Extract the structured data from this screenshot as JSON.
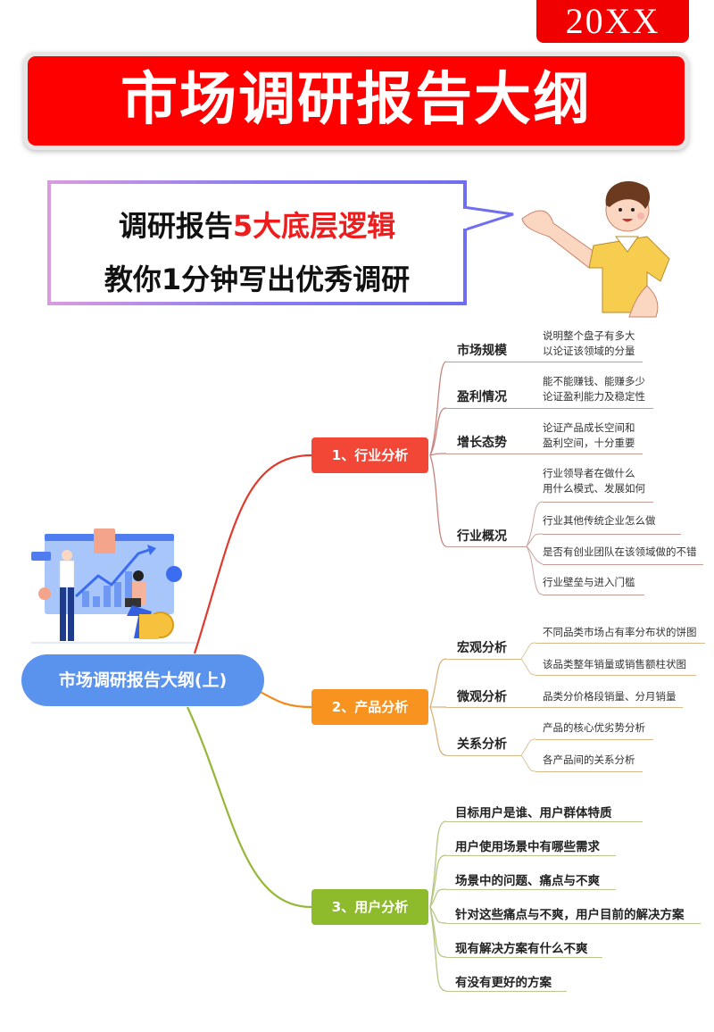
{
  "year_badge": "20XX",
  "title": "市场调研报告大纲",
  "speech": {
    "line1_prefix": "调研报告",
    "line1_highlight": "5大底层逻辑",
    "line2": "教你1分钟写出优秀调研"
  },
  "colors": {
    "title_red": "#ff0000",
    "root_blue": "#5a93ee",
    "branch1": "#f24736",
    "branch2": "#f7931e",
    "branch3": "#8dbb2b",
    "highlight_red": "#ee1c1c"
  },
  "mindmap": {
    "root": "市场调研报告大纲(上)",
    "branches": [
      {
        "label": "1、行业分析",
        "children": [
          {
            "label": "市场规模",
            "leaves": [
              "说明整个盘子有多大",
              "以论证该领域的分量"
            ]
          },
          {
            "label": "盈利情况",
            "leaves": [
              "能不能赚钱、能赚多少",
              "论证盈利能力及稳定性"
            ]
          },
          {
            "label": "增长态势",
            "leaves": [
              "论证产品成长空间和",
              "盈利空间，十分重要"
            ]
          },
          {
            "label": "行业概况",
            "leaves": [
              "行业领导者在做什么",
              "用什么模式、发展如何",
              "行业其他传统企业怎么做",
              "是否有创业团队在该领域做的不错",
              "行业壁垒与进入门槛"
            ]
          }
        ]
      },
      {
        "label": "2、产品分析",
        "children": [
          {
            "label": "宏观分析",
            "leaves": [
              "不同品类市场占有率分布状的饼图",
              "该品类整年销量或销售额柱状图"
            ]
          },
          {
            "label": "微观分析",
            "leaves": [
              "品类分价格段销量、分月销量"
            ]
          },
          {
            "label": "关系分析",
            "leaves": [
              "产品的核心优劣势分析",
              "各产品间的关系分析"
            ]
          }
        ]
      },
      {
        "label": "3、用户分析",
        "children": [
          {
            "label": "目标用户是谁、用户群体特质"
          },
          {
            "label": "用户使用场景中有哪些需求"
          },
          {
            "label": "场景中的问题、痛点与不爽"
          },
          {
            "label": "针对这些痛点与不爽，用户目前的解决方案"
          },
          {
            "label": "现有解决方案有什么不爽"
          },
          {
            "label": "有没有更好的方案"
          }
        ]
      }
    ]
  }
}
